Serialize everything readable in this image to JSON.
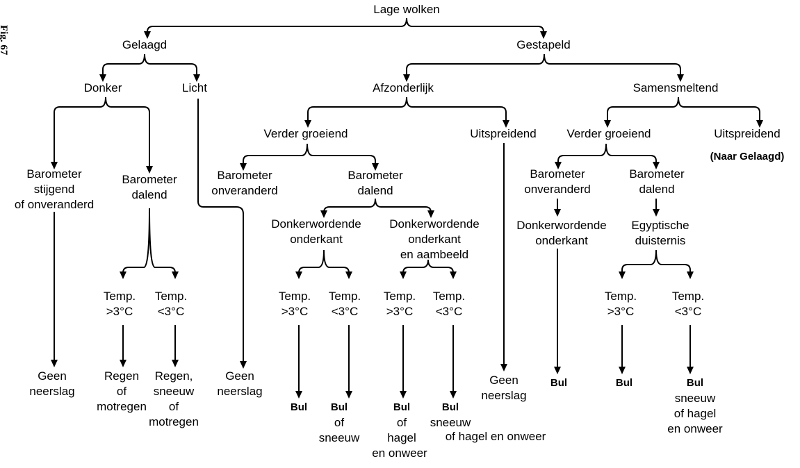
{
  "figure_label": "Fig. 67",
  "nodes": {
    "root": {
      "lines": [
        "Lage wolken"
      ]
    },
    "gelaagd": {
      "lines": [
        "Gelaagd"
      ]
    },
    "gestapeld": {
      "lines": [
        "Gestapeld"
      ]
    },
    "donker": {
      "lines": [
        "Donker"
      ]
    },
    "licht": {
      "lines": [
        "Licht"
      ]
    },
    "afz": {
      "lines": [
        "Afzonderlijk"
      ]
    },
    "sam": {
      "lines": [
        "Samensmeltend"
      ]
    },
    "d_baro_stijg": {
      "lines": [
        "Barometer",
        "stijgend",
        "of onveranderd"
      ]
    },
    "d_baro_dal": {
      "lines": [
        "Barometer",
        "dalend"
      ]
    },
    "d_t_hi": {
      "lines": [
        "Temp.",
        ">3°C"
      ]
    },
    "d_t_lo": {
      "lines": [
        "Temp.",
        "<3°C"
      ]
    },
    "d_geen": {
      "lines": [
        "Geen",
        "neerslag"
      ]
    },
    "d_regen": {
      "lines": [
        "Regen",
        "of",
        "motregen"
      ]
    },
    "d_regen2": {
      "lines": [
        "Regen,",
        "sneeuw",
        "of",
        "motregen"
      ]
    },
    "l_geen": {
      "lines": [
        "Geen",
        "neerslag"
      ]
    },
    "a_groei": {
      "lines": [
        "Verder groeiend"
      ]
    },
    "a_spreid": {
      "lines": [
        "Uitspreidend"
      ]
    },
    "a_baro_onv": {
      "lines": [
        "Barometer",
        "onveranderd"
      ]
    },
    "a_baro_dal": {
      "lines": [
        "Barometer",
        "dalend"
      ]
    },
    "a_dw1": {
      "lines": [
        "Donkerwordende",
        "onderkant"
      ]
    },
    "a_dw2": {
      "lines": [
        "Donkerwordende",
        "onderkant",
        "en aambeeld"
      ]
    },
    "a_t1_hi": {
      "lines": [
        "Temp.",
        ">3°C"
      ]
    },
    "a_t1_lo": {
      "lines": [
        "Temp.",
        "<3°C"
      ]
    },
    "a_t2_hi": {
      "lines": [
        "Temp.",
        ">3°C"
      ]
    },
    "a_t2_lo": {
      "lines": [
        "Temp.",
        "<3°C"
      ]
    },
    "a_bul1": {
      "lines": [
        "Bul"
      ],
      "bold": [
        0
      ]
    },
    "a_bul2": {
      "lines": [
        "Bul",
        "of",
        "sneeuw"
      ],
      "bold": [
        0
      ]
    },
    "a_bul3": {
      "lines": [
        "Bul",
        "of",
        "hagel"
      ],
      "bold": [
        0
      ]
    },
    "a_bul4": {
      "lines": [
        "Bul",
        "sneeuw"
      ],
      "bold": [
        0
      ]
    },
    "a_onweer_line": {
      "lines": [
        "of hagel en onweer"
      ]
    },
    "a_onweer_bottom": {
      "lines": [
        "en onweer"
      ]
    },
    "a_geen": {
      "lines": [
        "Geen",
        "neerslag"
      ]
    },
    "s_groei": {
      "lines": [
        "Verder groeiend"
      ]
    },
    "s_spreid": {
      "lines": [
        "Uitspreidend"
      ]
    },
    "s_naar": {
      "lines": [
        "(Naar Gelaagd)"
      ],
      "bold": [
        0
      ]
    },
    "s_baro_onv": {
      "lines": [
        "Barometer",
        "onveranderd"
      ]
    },
    "s_baro_dal": {
      "lines": [
        "Barometer",
        "dalend"
      ]
    },
    "s_dw": {
      "lines": [
        "Donkerwordende",
        "onderkant"
      ]
    },
    "s_egypt": {
      "lines": [
        "Egyptische",
        "duisternis"
      ]
    },
    "s_t_hi": {
      "lines": [
        "Temp.",
        ">3°C"
      ]
    },
    "s_t_lo": {
      "lines": [
        "Temp.",
        "<3°C"
      ]
    },
    "s_bul1": {
      "lines": [
        "Bul"
      ],
      "bold": [
        0
      ]
    },
    "s_bul2": {
      "lines": [
        "Bul"
      ],
      "bold": [
        0
      ]
    },
    "s_bul3": {
      "lines": [
        "Bul",
        "sneeuw",
        "of hagel",
        "en onweer"
      ],
      "bold": [
        0
      ]
    }
  }
}
